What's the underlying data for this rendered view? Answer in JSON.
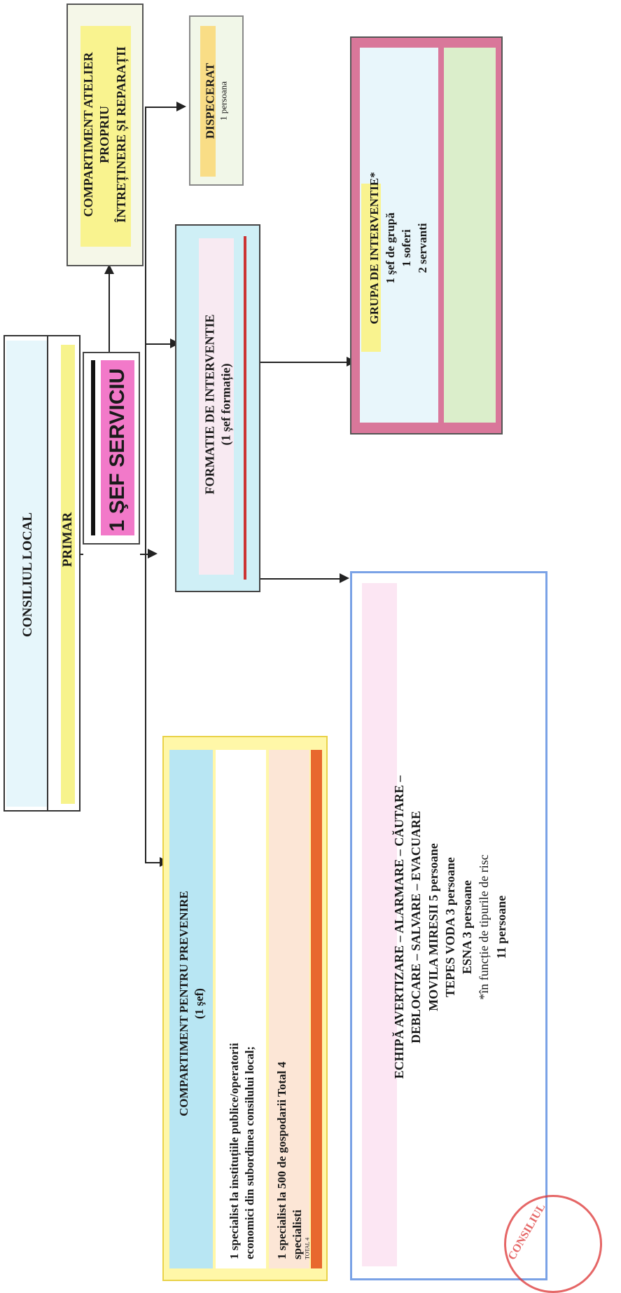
{
  "consiliul": {
    "title": "CONSILIUL LOCAL"
  },
  "primar": {
    "title": "PRIMAR"
  },
  "sef_serviciu": {
    "title": "1 ŞEF SERVICIU"
  },
  "atelier": {
    "line1": "COMPARTIMENT ATELIER",
    "line2": "PROPRIU",
    "line3": "ÎNTREȚINERE ȘI REPARAȚII"
  },
  "dispecerat": {
    "title": "DISPECERAT",
    "subtitle": "1 persoana"
  },
  "formatie": {
    "title": "FORMATIE DE INTERVENTIE",
    "subtitle": "(1 șef formație)"
  },
  "grupa": {
    "title": "GRUPA DE   INTERVENTIE*",
    "line1": "1 şef de grupă",
    "line2": "1 soferi",
    "line3": "2 servanti"
  },
  "prevenire": {
    "title": "COMPARTIMENT PENTRU PREVENIRE",
    "subtitle": "(1 şef)",
    "item1_line1": "1 specialist  la instituțiile publice/operatorii",
    "item1_line2": "economici din subordinea consilului local;",
    "item2_line1": "1 specialist la 500 de gospodarii Total 4",
    "item2_line2": "specialisti",
    "total": "TOTAL 4"
  },
  "echipa": {
    "line1": "ECHIPĂ AVERTIZARE – ALARMARE – CĂUTARE –",
    "line2": "DEBLOCARE – SALVARE – EVACUARE",
    "line3": "MOVILA MIRESII 5 persoane",
    "line4": "TEPES VODA 3 persoane",
    "line5": "ESNA 3 persoane",
    "line6": "*în funcție de tipurile de risc",
    "line7": "11 persoane"
  },
  "stamp": {
    "text": "CONSILIUL"
  },
  "colors": {
    "pink": "#f279c9",
    "yellow": "#f9f38f",
    "lightblue": "#cfeff6",
    "pinkbox": "#d9779a",
    "green": "#dbeecb"
  }
}
